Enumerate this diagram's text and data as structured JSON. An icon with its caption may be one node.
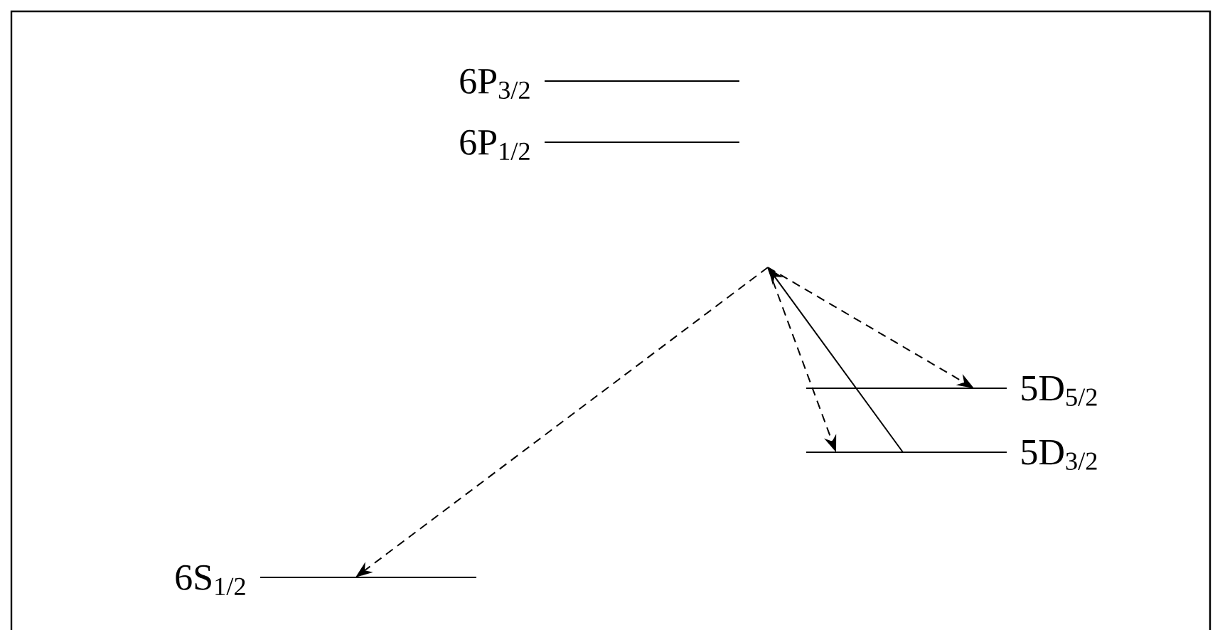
{
  "diagram": {
    "nodes": [
      {
        "text": [
          "6P$_{3/2}$"
        ]
      },
      {
        "text": [
          "6P$_{1/2}$"
        ]
      },
      {
        "text": [
          "5D$_{5/2}$"
        ]
      },
      {
        "text": [
          "5D$_{3/2}$"
        ]
      },
      {
        "text": [
          "6S$_{1/2}$"
        ]
      }
    ],
    "edges": [
      {
        "from": 3,
        "to": null,
        "arrow": "to"
      },
      {
        "from": null,
        "to": 2,
        "arrow": "to",
        "style": "dashed"
      },
      {
        "from": null,
        "to": 3,
        "arrow": "to",
        "style": "dashed"
      },
      {
        "from": null,
        "to": 4,
        "arrow": "to",
        "style": "dashed"
      }
    ]
  }
}
